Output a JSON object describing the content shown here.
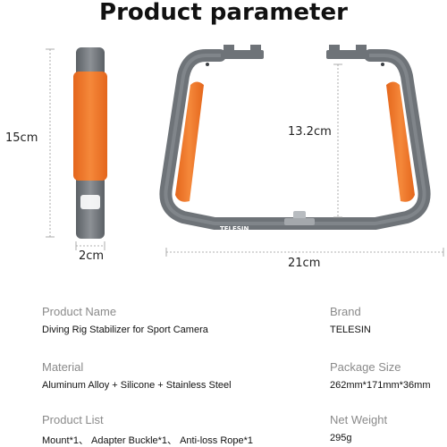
{
  "title": "Product parameter",
  "brand_logo": "TELESIN",
  "dimensions": {
    "height": "15cm",
    "thickness": "2cm",
    "inner_height": "13.2cm",
    "width": "21cm"
  },
  "specs": {
    "product_name": {
      "label": "Product Name",
      "value": "Diving Rig Stabilizer for Sport Camera"
    },
    "brand": {
      "label": "Brand",
      "value": "TELESIN"
    },
    "material": {
      "label": "Material",
      "value": "Aluminum Alloy + Silicone + Stainless Steel"
    },
    "package_size": {
      "label": "Package Size",
      "value": "262mm*171mm*36mm"
    },
    "product_list": {
      "label": "Product List",
      "value": "Mount*1、 Adapter Buckle*1、 Anti-loss Rope*1"
    },
    "net_weight": {
      "label": "Net Weight",
      "value": "295g"
    }
  },
  "colors": {
    "accent_orange": "#f07a2a",
    "frame_gray": "#6e7378",
    "label_gray": "#8a8a8a"
  }
}
